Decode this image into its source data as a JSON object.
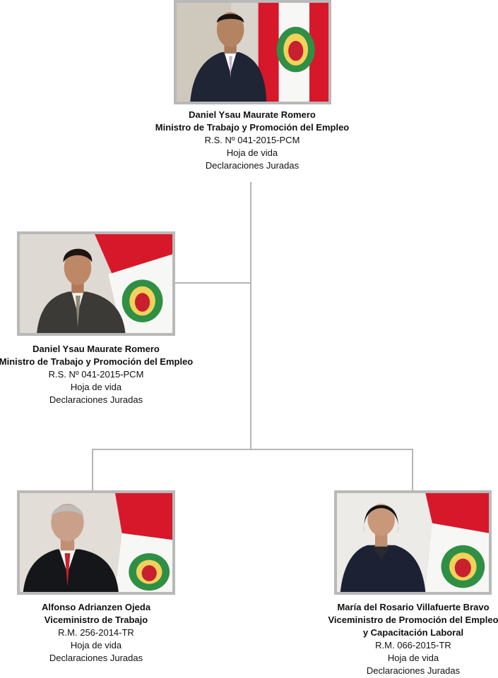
{
  "nodes": [
    {
      "name": "Daniel Ysau Maurate Romero",
      "title_lines": [
        "Ministro de Trabajo y Promoción del Empleo"
      ],
      "resolution": "R.S. Nº 041-2015-PCM",
      "cv_link": "Hoja de vida",
      "declarations_link": "Declaraciones Juradas"
    },
    {
      "name": "Daniel Ysau Maurate Romero",
      "title_lines": [
        "Ministro de Trabajo y Promoción del Empleo"
      ],
      "resolution": "R.S. Nº 041-2015-PCM",
      "cv_link": "Hoja de vida",
      "declarations_link": "Declaraciones Juradas"
    },
    {
      "name": "Alfonso Adrianzen Ojeda",
      "title_lines": [
        "Viceministro de Trabajo"
      ],
      "resolution": "R.M. 256-2014-TR",
      "cv_link": "Hoja de vida",
      "declarations_link": "Declaraciones Juradas"
    },
    {
      "name": "María del Rosario Villafuerte Bravo",
      "title_lines": [
        "Viceministro de Promoción del Empleo",
        "y Capacitación Laboral"
      ],
      "resolution": "R.M. 066-2015-TR",
      "cv_link": "Hoja de vida",
      "declarations_link": "Declaraciones Juradas"
    }
  ],
  "colors": {
    "flag_red": "#d7182a",
    "connector": "#b5b5b5",
    "photo_border": "#b9b9b9"
  }
}
